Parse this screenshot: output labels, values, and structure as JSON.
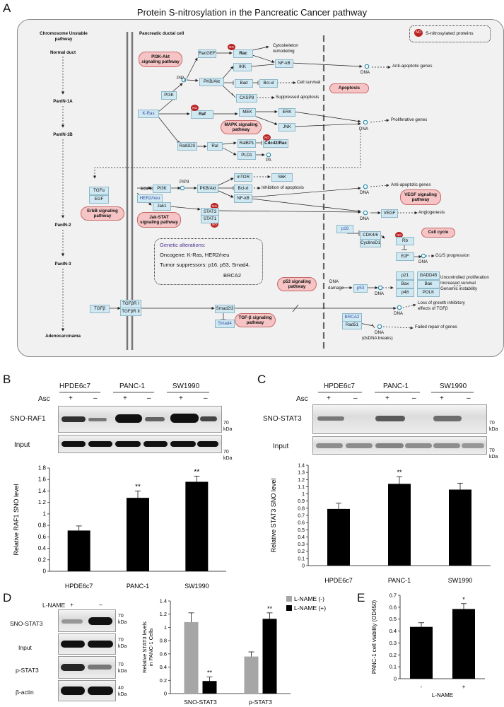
{
  "panelA": {
    "letter": "A",
    "title": "Protein S-nitrosylation in the Pancreatic Cancer pathway",
    "legend": "S-nitrosylated proteins",
    "no_badge": "NO",
    "col_left_title_1": "Chromosome Unstable",
    "col_left_title_2": "pathway",
    "col_mid_title": "Pancreatic ductal cell",
    "stages": [
      "Normal duct",
      "PanIN-1A",
      "PanIN-1B",
      "PanIN-2",
      "PanIN-3",
      "Adenocarcinama"
    ],
    "nodes": {
      "racgef": "RacGEF",
      "rac": "Rac",
      "ikk": "IKK",
      "nfkb1": "NF-kB",
      "bad": "Bad",
      "bclxl1": "Bcl-xl",
      "pkbakt1": "PKB/Akt",
      "casp9": "CASP9",
      "pi3k1": "PI3K",
      "kras": "K-Ras",
      "raf": "Raf",
      "mek": "MEK",
      "erk": "ERK",
      "jnk": "JNK",
      "ralgds": "RalGDS",
      "ral": "Ral",
      "ralbp1": "RalBP1",
      "cdc42": "Cdc42/Rac",
      "pld1": "PLD1",
      "tgfa": "TGFα",
      "egf": "EGF",
      "egfr": "EGFR",
      "her2": "HER2/neu",
      "pi3k2": "PI3K",
      "pkbakt2": "PKB/Akt",
      "mtor": "mTOR",
      "s6k": "S6K",
      "bclxl2": "Bcl-xl",
      "nfkb2": "NF-kB",
      "jak1": "Jak1",
      "stat3": "STAT3",
      "stat1": "STAT1",
      "vegf": "VEGF",
      "p16": "p16",
      "cdk46": "CDK4/6",
      "cyclind1": "CyclineD1",
      "rb": "Rb",
      "e2f": "E2F",
      "p53": "p53",
      "p21": "p21",
      "gadd45": "GADD45",
      "bax": "Bax",
      "bak": "Bak",
      "p48": "p48",
      "polk": "POLK",
      "tgfb": "TGFβ",
      "tgfbr1": "TGFβR I",
      "tgfbr2": "TGFβR II",
      "smad23": "Smad2/3",
      "smad4": "Smad4",
      "brca2": "BRCA2",
      "rad51": "Rad51"
    },
    "labels": {
      "pip3a": "PIP",
      "pip3a_sub": "3",
      "pip3b": "PIP3",
      "pa": "PA",
      "cyto": "Cytoskeleton",
      "cyto2": "remodeling",
      "cellsurv": "Cell survival",
      "suppapo": "Suppressed apoptosis",
      "antiapo1": "Anti-apoptotic genes",
      "prolif": "Proliferative genes",
      "antiapo2": "Anti-apoptotic genes",
      "inhib": "Inhibition of apoptosis",
      "angio": "Angiogenesis",
      "g1s": "G1/S progression",
      "dnadamage1": "DNA",
      "dnadamage2": "damage",
      "uncontrolled": "Uncontrolled proliferation",
      "incsurv": "Increased survival",
      "genomic": "Genomic instability",
      "loss1": "Loss of growth inhibitory",
      "loss2": "effects of TGFβ",
      "failed": "Failed repair of genes",
      "dsdna": "(dsDNA  breaks)",
      "dna": "DNA"
    },
    "pills": {
      "pi3kakt": "PI3K-Akt signaling pathway",
      "apoptosis": "Apoptosis",
      "mapk": "MAPK signaling pathway",
      "erbb": "ErbB signaling pathway",
      "jakstat": "Jak-STAT signaling pathway",
      "vegfp": "VEGF signaling pathway",
      "cellcycle": "Cell cycle",
      "p53p": "p53 signaling pathway",
      "tgfbp": "TGF-β signaling pathway"
    },
    "genetic": {
      "title": "Genetic alterations:",
      "line1": "Oncogene: K-Ras, HER2/neu",
      "line2": "Tumor suppressors: p16, p53, Smad4,",
      "line3": "BRCA2"
    }
  },
  "panelB": {
    "letter": "B",
    "cells": [
      "HPDE6c7",
      "PANC-1",
      "SW1990"
    ],
    "asc_label": "Asc",
    "signs": [
      "+",
      "–",
      "+",
      "–",
      "+",
      "–"
    ],
    "row1": "SNO-RAF1",
    "row2": "Input",
    "mw1": "70",
    "mw1u": "kDa",
    "mw2": "70",
    "mw2u": "kDa"
  },
  "panelC": {
    "letter": "C",
    "cells": [
      "HPDE6c7",
      "PANC-1",
      "SW1990"
    ],
    "asc_label": "Asc",
    "signs": [
      "+",
      "–",
      "+",
      "–",
      "+",
      "–"
    ],
    "row1": "SNO-STAT3",
    "row2": "Input",
    "mw1": "70",
    "mw1u": "kDa",
    "mw2": "70",
    "mw2u": "kDa"
  },
  "panelD": {
    "letter": "D",
    "lname_label": "L-NAME",
    "signs": [
      "+",
      "–"
    ],
    "rows": [
      "SNO-STAT3",
      "Input",
      "p-STAT3",
      "β-actin"
    ],
    "mws": [
      [
        "70",
        "kDa"
      ],
      [
        "70",
        "kDa"
      ],
      [
        "70",
        "kDa"
      ],
      [
        "40",
        "kDa"
      ]
    ]
  },
  "panelE": {
    "letter": "E"
  },
  "chart_data": [
    {
      "type": "bar",
      "panel": "B",
      "categories": [
        "HPDE6c7",
        "PANC-1",
        "SW1990"
      ],
      "values": [
        0.71,
        1.28,
        1.56
      ],
      "errors": [
        0.08,
        0.12,
        0.1
      ],
      "annotations": [
        "",
        "**",
        "**"
      ],
      "ylabel": "Relative RAF1 SNO level",
      "ylim": [
        0,
        1.8
      ],
      "yticks": [
        "0",
        "0.2",
        "0.4",
        "0.6",
        "0.8",
        "1",
        "1.2",
        "1.4",
        "1.6",
        "1.8"
      ]
    },
    {
      "type": "bar",
      "panel": "C",
      "categories": [
        "HPDE6c7",
        "PANC-1",
        "SW1990"
      ],
      "values": [
        0.79,
        1.14,
        1.06
      ],
      "errors": [
        0.08,
        0.1,
        0.09
      ],
      "annotations": [
        "",
        "**",
        ""
      ],
      "ylabel": "Relative STAT3 SNO level",
      "ylim": [
        0,
        1.4
      ],
      "yticks": [
        "0",
        "0.1",
        "0.2",
        "0.3",
        "0.4",
        "0.5",
        "0.6",
        "0.7",
        "0.8",
        "0.9",
        "1",
        "1.1",
        "1.2",
        "1.3",
        "1.4"
      ]
    },
    {
      "type": "bar",
      "panel": "D",
      "categories": [
        "SNO-STAT3",
        "p-STAT3"
      ],
      "series": [
        {
          "name": "L-NAME (-)",
          "values": [
            1.08,
            0.56
          ],
          "errors": [
            0.14,
            0.07
          ],
          "color": "#a6a6a6"
        },
        {
          "name": "L-NAME (+)",
          "values": [
            0.19,
            1.13
          ],
          "errors": [
            0.06,
            0.09
          ],
          "color": "#000000"
        }
      ],
      "annotations": {
        "L-NAME (+)": [
          "**",
          "**"
        ]
      },
      "ylabel_1": "Relative STAT3 levels",
      "ylabel_2": "in PANC-1 Cells",
      "ylim": [
        0,
        1.4
      ],
      "yticks": [
        "0",
        "0.2",
        "0.4",
        "0.6",
        "0.8",
        "1",
        "1.2",
        "1.4"
      ],
      "legend_position": "top-right"
    },
    {
      "type": "bar",
      "panel": "E",
      "categories": [
        "-",
        "+"
      ],
      "values": [
        0.435,
        0.585
      ],
      "errors": [
        0.035,
        0.045
      ],
      "annotations": [
        "",
        "*"
      ],
      "ylabel": "PANC-1 cell viability (OD450)",
      "xlabel": "L-NAME",
      "ylim": [
        0,
        0.7
      ],
      "yticks": [
        "0",
        "0.1",
        "0.2",
        "0.3",
        "0.4",
        "0.5",
        "0.6",
        "0.7"
      ]
    }
  ]
}
